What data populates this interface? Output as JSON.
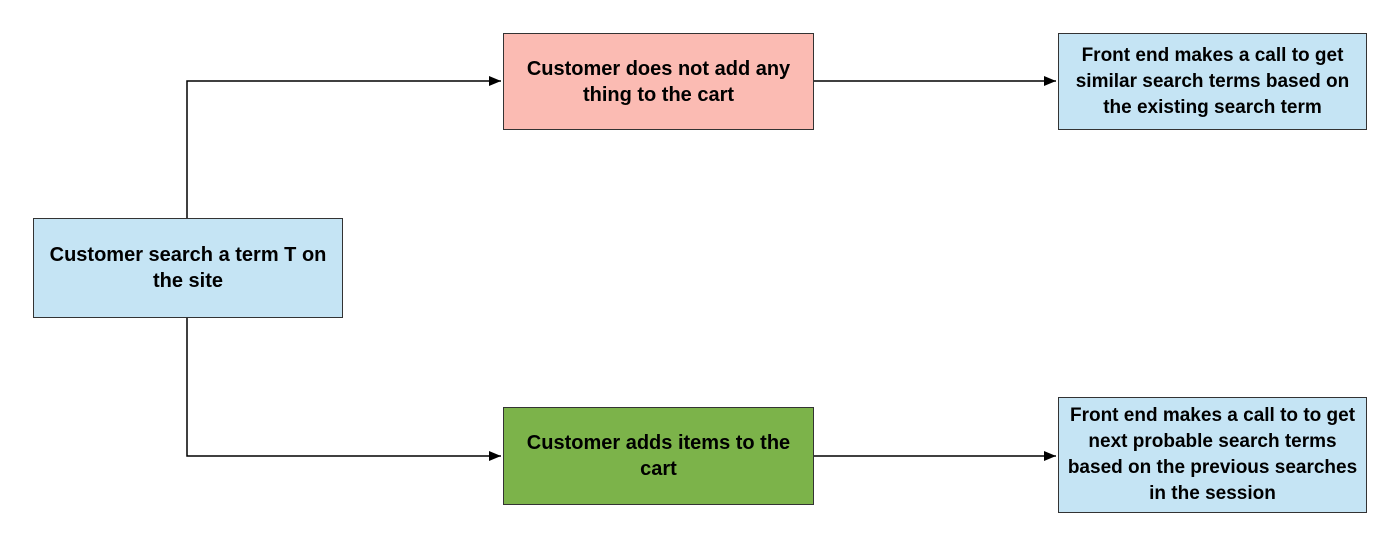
{
  "colors": {
    "blue": "#c5e4f4",
    "red": "#fbbbb3",
    "green": "#7cb34a",
    "stroke": "#000000"
  },
  "nodes": {
    "start": {
      "text": "Customer search a term T on the site"
    },
    "no_add": {
      "text": "Customer does not add any thing to the cart"
    },
    "add": {
      "text": "Customer adds items to the cart"
    },
    "similar": {
      "text": "Front end makes a call to get similar search terms based on the existing search term"
    },
    "next": {
      "text": "Front end makes a call to to get next probable search terms based on the previous searches in the session"
    }
  },
  "edges": [
    {
      "from": "start",
      "to": "no_add"
    },
    {
      "from": "start",
      "to": "add"
    },
    {
      "from": "no_add",
      "to": "similar"
    },
    {
      "from": "add",
      "to": "next"
    }
  ]
}
